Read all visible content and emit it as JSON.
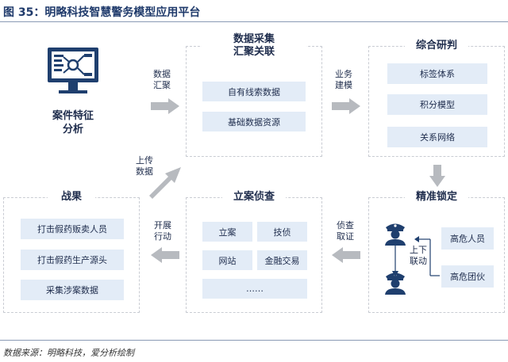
{
  "figure": {
    "title": "图 35：明略科技智慧警务模型应用平台",
    "source": "数据来源：明略科技，爱分析绘制"
  },
  "case_analysis": {
    "label_line1": "案件特征",
    "label_line2": "分析"
  },
  "arrows": {
    "summary": {
      "line1": "数据",
      "line2": "汇聚"
    },
    "modeling": {
      "line1": "业务",
      "line2": "建模"
    },
    "upload": {
      "line1": "上传",
      "line2": "数据"
    },
    "develop": {
      "line1": "开展",
      "line2": "行动"
    },
    "investigate": {
      "line1": "侦查",
      "line2": "取证"
    }
  },
  "collection": {
    "title_line1": "数据采集",
    "title_line2": "汇聚关联",
    "items": [
      "自有线索数据",
      "基础数据资源"
    ]
  },
  "research": {
    "title": "综合研判",
    "items": [
      "标签体系",
      "积分模型",
      "关系网络"
    ]
  },
  "targeting": {
    "title": "精准锁定",
    "link_line1": "上下",
    "link_line2": "联动",
    "targets": [
      "高危人员",
      "高危团伙"
    ]
  },
  "investigation": {
    "title": "立案侦查",
    "items": [
      "立案",
      "技侦",
      "网站",
      "金融交易",
      "……"
    ]
  },
  "results": {
    "title": "战果",
    "items": [
      "打击假药贩卖人员",
      "打击假药生产源头",
      "采集涉案数据"
    ]
  },
  "colors": {
    "pill": "#e3ecf7",
    "icon": "#1f3f6e",
    "arrow": "#b7babf",
    "border": "#c9ccd3"
  }
}
